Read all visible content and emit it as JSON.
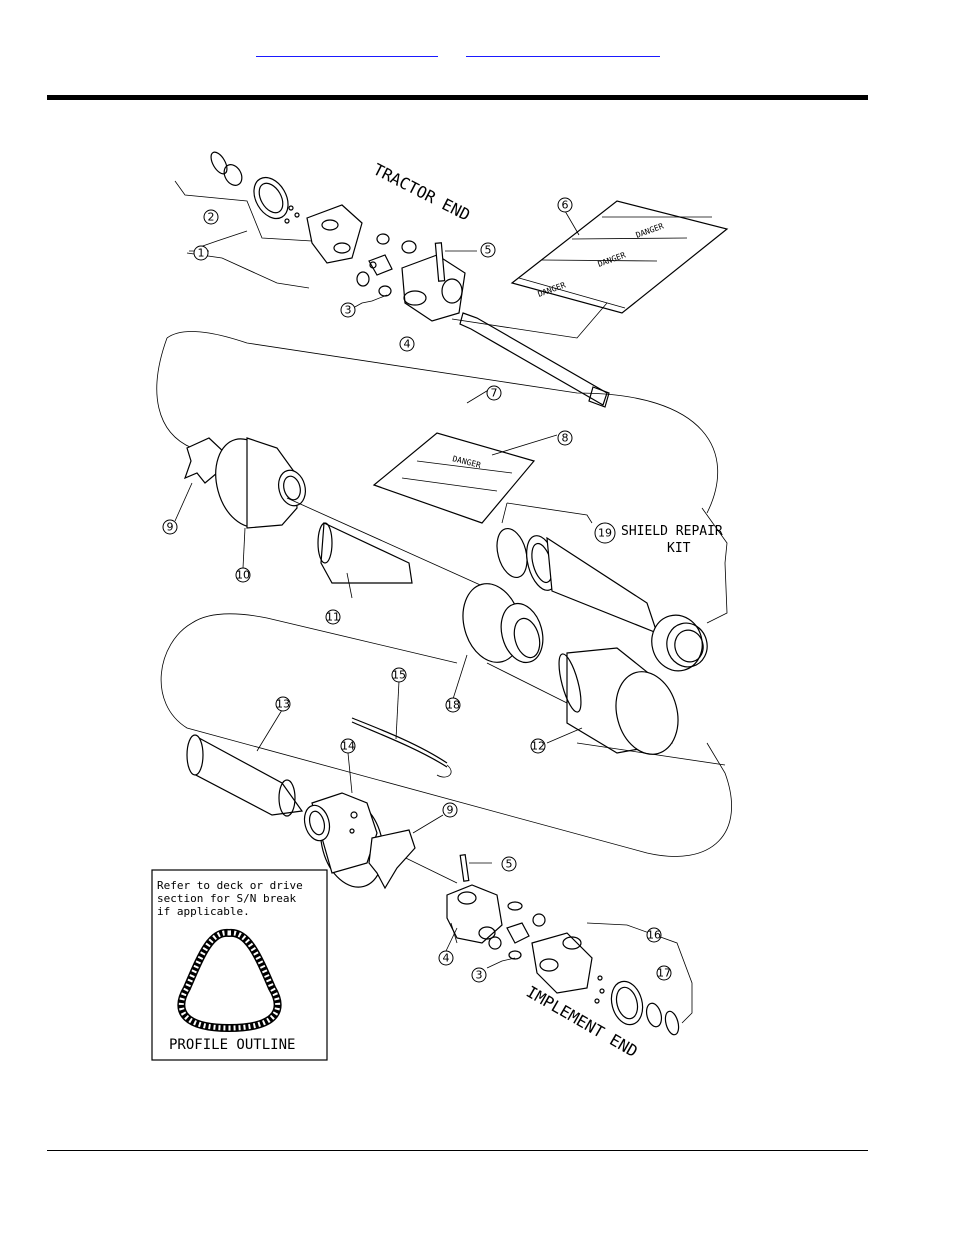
{
  "header": {
    "link_left": "",
    "link_right": ""
  },
  "figure": {
    "tractor_end_label": "TRACTOR END",
    "implement_end_label": "IMPLEMENT END",
    "shield_repair_kit_number": "19",
    "shield_repair_kit_label_line1": "SHIELD REPAIR",
    "shield_repair_kit_label_line2": "KIT",
    "inset_note_line1": "Refer to deck or drive",
    "inset_note_line2": "section for S/N break",
    "inset_note_line3": "if applicable.",
    "inset_title": "PROFILE OUTLINE",
    "callouts": [
      "1",
      "2",
      "3",
      "4",
      "5",
      "6",
      "7",
      "8",
      "9",
      "10",
      "11",
      "12",
      "13",
      "14",
      "15",
      "16",
      "17",
      "18"
    ],
    "decal_danger_text": "DANGER"
  }
}
